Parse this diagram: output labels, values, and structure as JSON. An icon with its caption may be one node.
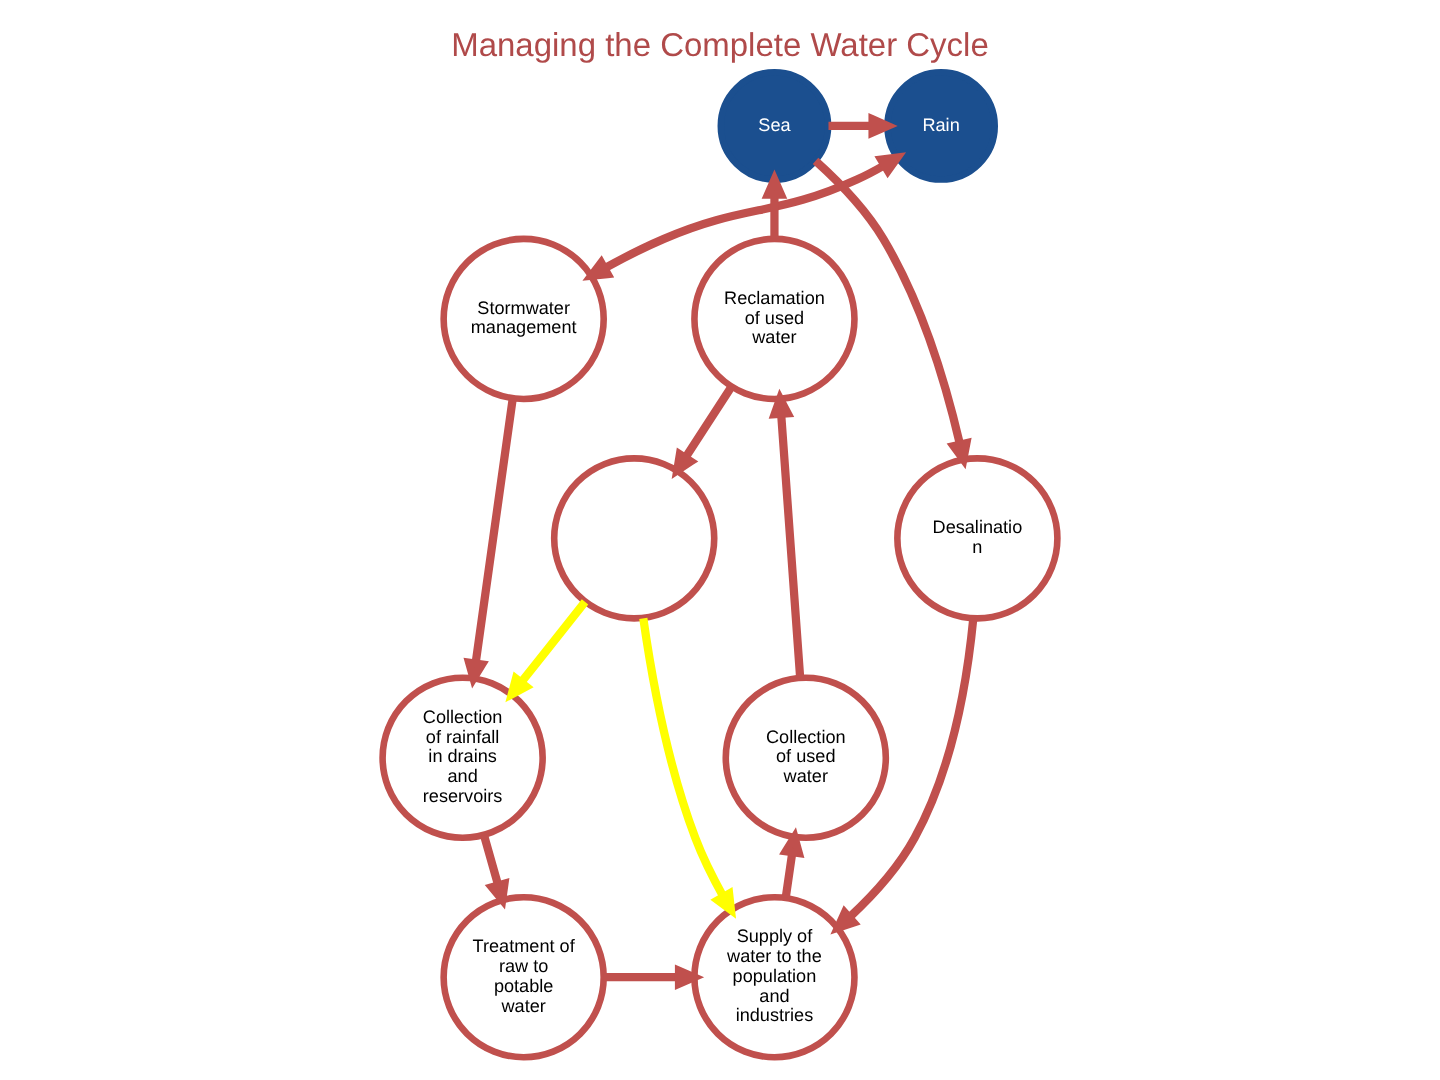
{
  "diagram": {
    "title": "Managing the Complete Water Cycle",
    "nodes": [
      {
        "text": [
          "Rain"
        ]
      },
      {
        "text": [
          "Sea"
        ]
      },
      {
        "text": [
          "Stormwater management"
        ]
      },
      {
        "text": [
          "Reclamation of used water"
        ]
      },
      {
        "text": [
          "Desalinatio n"
        ]
      },
      {
        "text": [],
        "shape": "circle"
      },
      {
        "text": [
          "Collection of rainfall in drains and reservoirs"
        ]
      },
      {
        "text": [
          "Collection of used water"
        ]
      },
      {
        "text": [
          "Treatment of raw to potable water"
        ]
      },
      {
        "text": [
          "Supply of water to the population and industries"
        ]
      }
    ],
    "edges": [
      {
        "from": 1,
        "to": 0,
        "arrow": "to"
      },
      {
        "from": 0,
        "to": 2,
        "arrow": "both"
      },
      {
        "from": 1,
        "to": 4,
        "arrow": "to"
      },
      {
        "from": 3,
        "to": 1,
        "arrow": "to"
      },
      {
        "from": 2,
        "to": 6,
        "arrow": "to"
      },
      {
        "from": 7,
        "to": 3,
        "arrow": "to"
      },
      {
        "from": 3,
        "to": 5,
        "arrow": "to"
      },
      {
        "from": 5,
        "to": 6,
        "arrow": "to",
        "color": "#ffff00"
      },
      {
        "from": 5,
        "to": 9,
        "arrow": "to",
        "color": "#ffff00"
      },
      {
        "from": 4,
        "to": 9,
        "arrow": "to"
      },
      {
        "from": 6,
        "to": 8,
        "arrow": "to"
      },
      {
        "from": 8,
        "to": 9,
        "arrow": "to"
      },
      {
        "from": 9,
        "to": 7,
        "arrow": "to"
      }
    ]
  }
}
